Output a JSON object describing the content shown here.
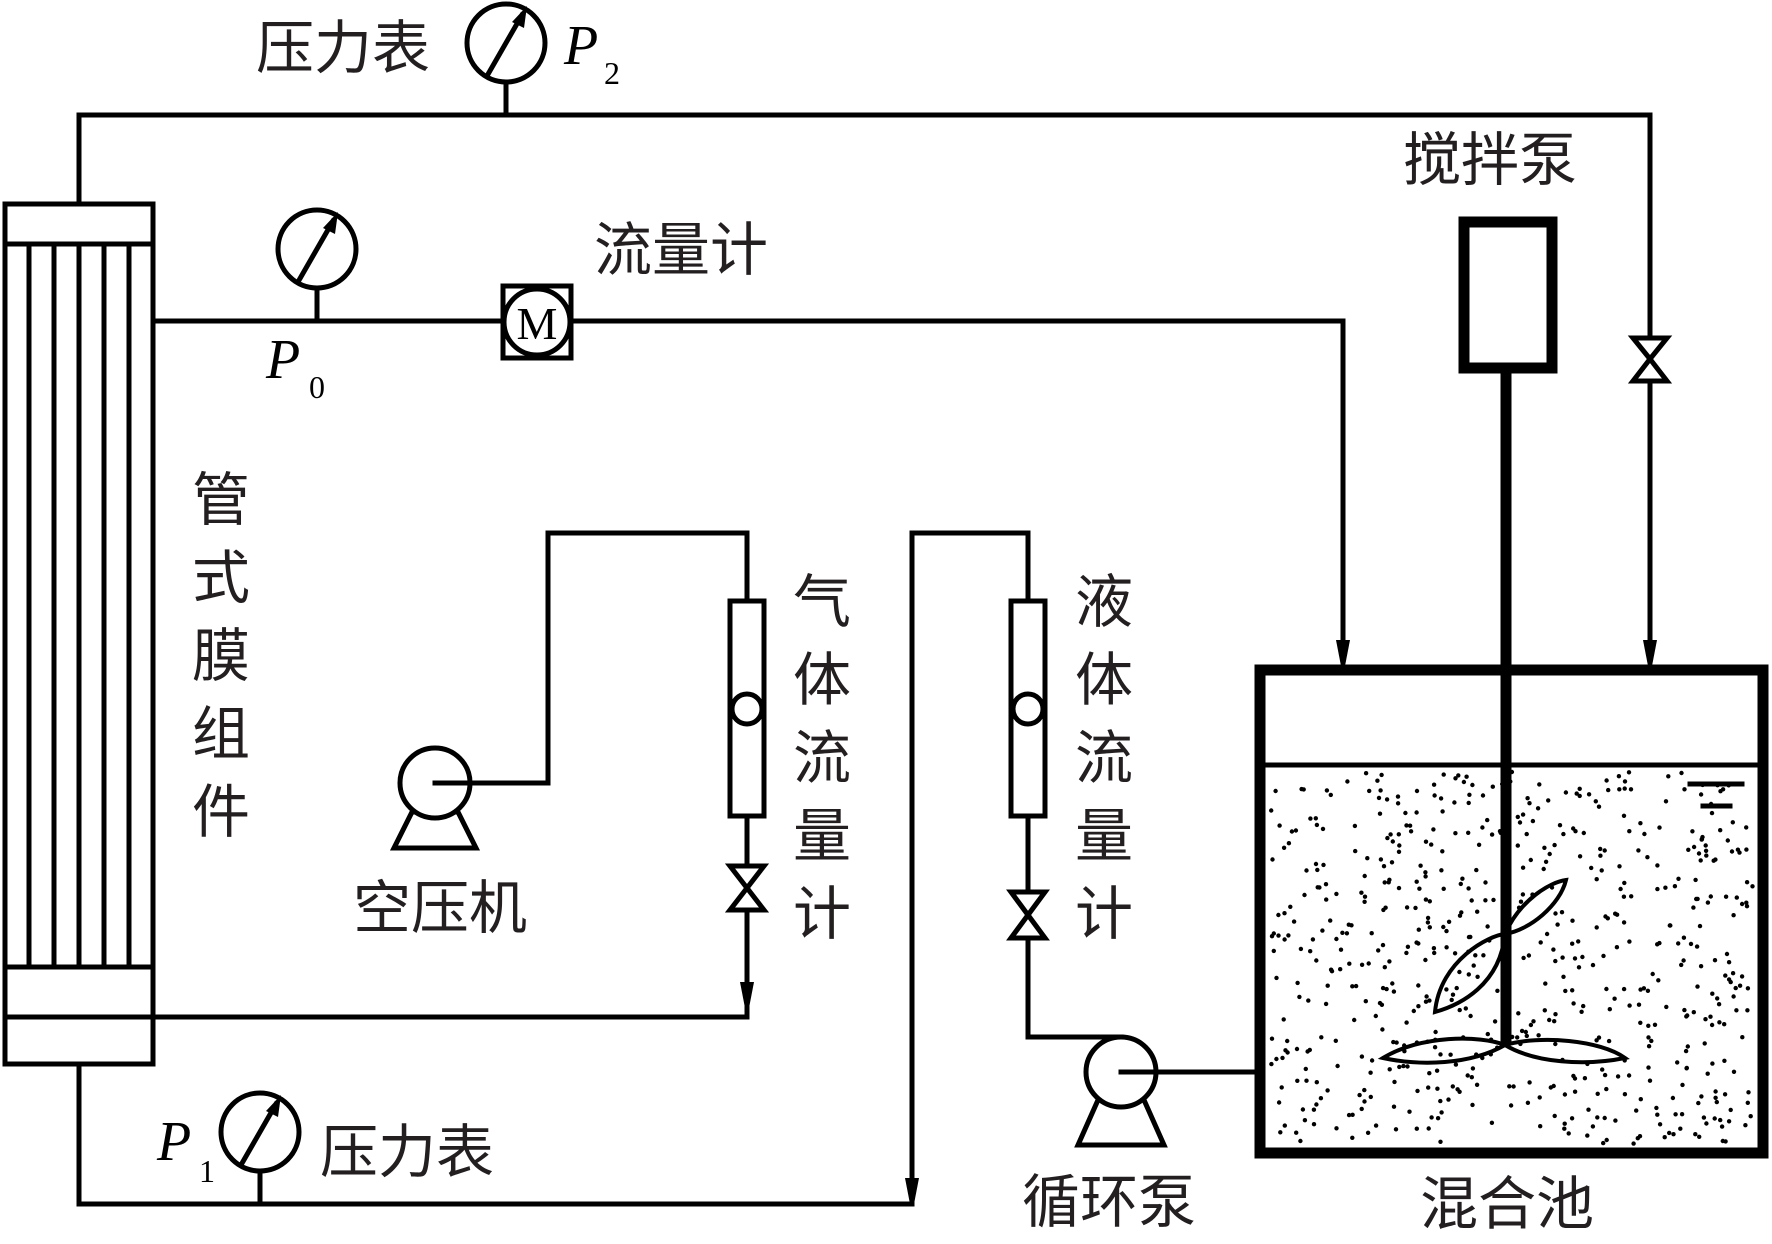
{
  "diagram": {
    "type": "process-flow-schematic",
    "components": {
      "membrane_module": {
        "label": "管式膜组件"
      },
      "pressure_gauge_p2": {
        "label": "压力表",
        "symbol": "P",
        "subscript": "2"
      },
      "pressure_gauge_p0": {
        "symbol": "P",
        "subscript": "0"
      },
      "pressure_gauge_p1": {
        "label": "压力表",
        "symbol": "P",
        "subscript": "1"
      },
      "flow_meter": {
        "label": "流量计",
        "symbol": "M"
      },
      "stirring_pump": {
        "label": "搅拌泵"
      },
      "air_compressor": {
        "label": "空压机"
      },
      "gas_flowmeter": {
        "label": "气体流量计",
        "chars": [
          "气",
          "体",
          "流",
          "量",
          "计"
        ]
      },
      "liquid_flowmeter": {
        "label": "液体流量计",
        "chars": [
          "液",
          "体",
          "流",
          "量",
          "计"
        ]
      },
      "circulation_pump": {
        "label": "循环泵"
      },
      "mixing_tank": {
        "label": "混合池"
      }
    },
    "module_label_chars": [
      "管",
      "式",
      "膜",
      "组",
      "件"
    ],
    "colors": {
      "line": "#000000",
      "text": "#231f20",
      "background": "#ffffff"
    }
  }
}
